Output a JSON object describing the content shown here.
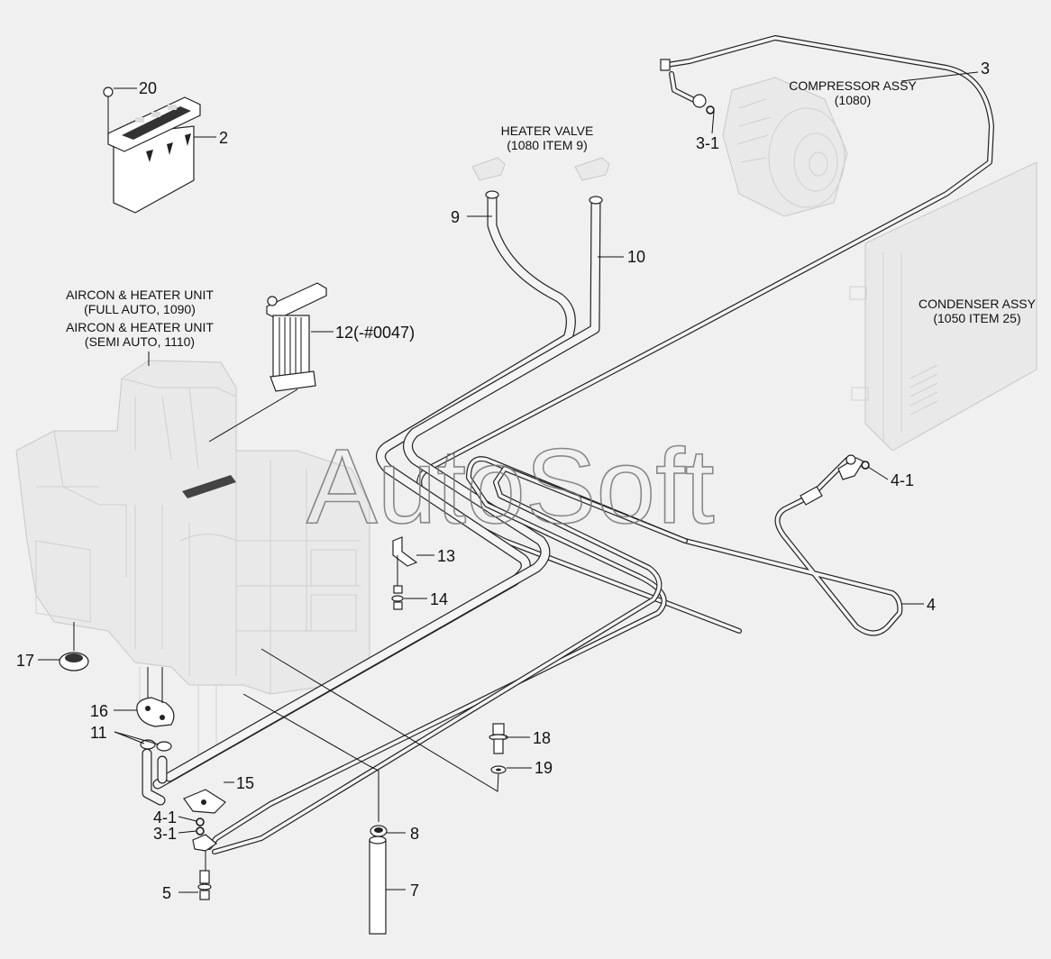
{
  "watermark": "AutoSoft",
  "captions": {
    "aircon_full_1": "AIRCON & HEATER UNIT",
    "aircon_full_2": "(FULL AUTO, 1090)",
    "aircon_semi_1": "AIRCON & HEATER UNIT",
    "aircon_semi_2": "(SEMI AUTO, 1110)",
    "heater_valve_1": "HEATER VALVE",
    "heater_valve_2": "(1080 ITEM 9)",
    "compressor_1": "COMPRESSOR ASSY",
    "compressor_2": "(1080)",
    "condenser_1": "CONDENSER ASSY",
    "condenser_2": "(1050 ITEM 25)"
  },
  "labels": {
    "p2": "2",
    "p3": "3",
    "p3_1_top": "3-1",
    "p3_1_bottom": "3-1",
    "p4": "4",
    "p4_1_top": "4-1",
    "p4_1_bottom": "4-1",
    "p5": "5",
    "p7": "7",
    "p8": "8",
    "p9": "9",
    "p10": "10",
    "p11": "11",
    "p12": "12(-#0047)",
    "p13": "13",
    "p14": "14",
    "p15": "15",
    "p16": "16",
    "p17": "17",
    "p18": "18",
    "p19": "19",
    "p20": "20"
  }
}
